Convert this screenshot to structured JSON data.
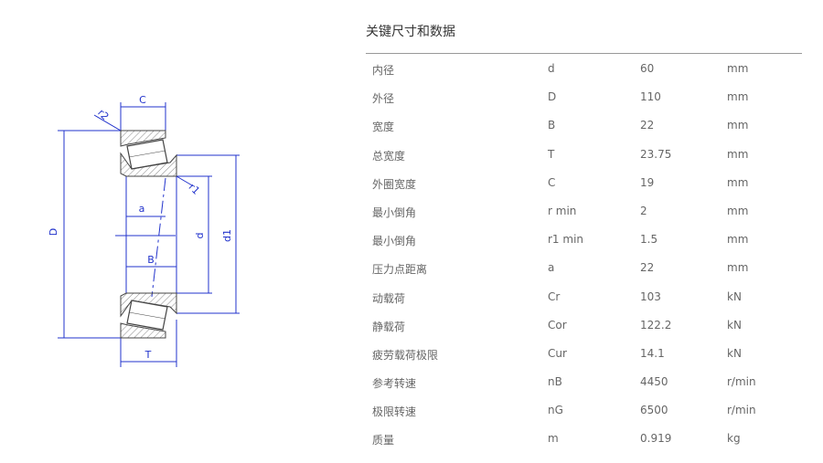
{
  "drawing": {
    "labels": {
      "C": "C",
      "r2": "r2",
      "r1": "r1",
      "D": "D",
      "d": "d",
      "d1": "d1",
      "a": "a",
      "B": "B",
      "T": "T"
    },
    "line_color": "#2233cc"
  },
  "specs": {
    "title": "关键尺寸和数据",
    "rows": [
      {
        "name": "内径",
        "symbol": "d",
        "value": "60",
        "unit": "mm"
      },
      {
        "name": "外径",
        "symbol": "D",
        "value": "110",
        "unit": "mm"
      },
      {
        "name": "宽度",
        "symbol": "B",
        "value": "22",
        "unit": "mm"
      },
      {
        "name": "总宽度",
        "symbol": "T",
        "value": "23.75",
        "unit": "mm"
      },
      {
        "name": "外圈宽度",
        "symbol": "C",
        "value": "19",
        "unit": "mm"
      },
      {
        "name": "最小倒角",
        "symbol": "r min",
        "value": "2",
        "unit": "mm"
      },
      {
        "name": "最小倒角",
        "symbol": "r1 min",
        "value": "1.5",
        "unit": "mm"
      },
      {
        "name": "压力点距离",
        "symbol": "a",
        "value": "22",
        "unit": "mm"
      },
      {
        "name": "动载荷",
        "symbol": "Cr",
        "value": "103",
        "unit": "kN"
      },
      {
        "name": "静载荷",
        "symbol": "Cor",
        "value": "122.2",
        "unit": "kN"
      },
      {
        "name": "疲劳载荷极限",
        "symbol": "Cur",
        "value": "14.1",
        "unit": "kN"
      },
      {
        "name": "参考转速",
        "symbol": "nB",
        "value": "4450",
        "unit": "r/min"
      },
      {
        "name": "极限转速",
        "symbol": "nG",
        "value": "6500",
        "unit": "r/min"
      },
      {
        "name": "质量",
        "symbol": "m",
        "value": "0.919",
        "unit": "kg"
      }
    ]
  }
}
